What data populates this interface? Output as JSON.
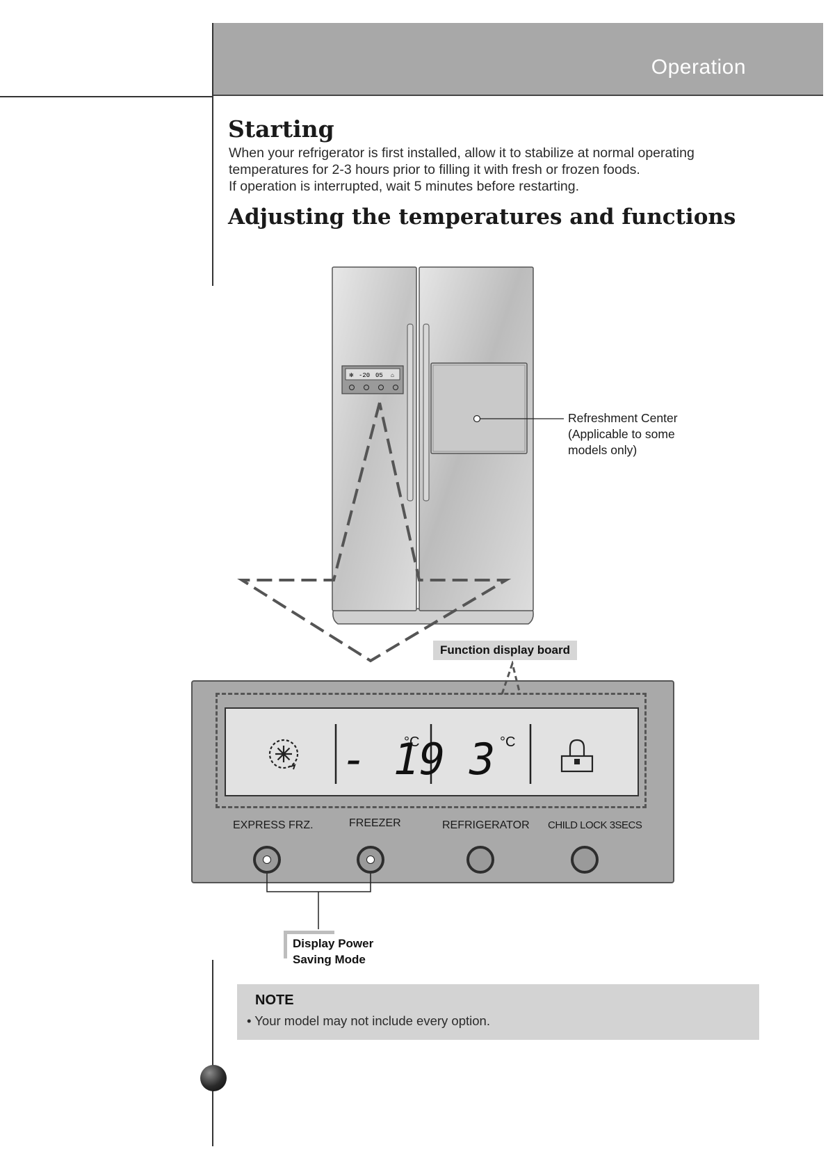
{
  "header": {
    "section_title": "Operation"
  },
  "starting": {
    "heading": "Starting",
    "line1": "When your refrigerator is first installed, allow it to stabilize at normal operating",
    "line2": "temperatures for 2-3 hours prior to filling it with fresh or frozen foods.",
    "line3": "If operation is interrupted, wait 5 minutes before restarting."
  },
  "adjusting": {
    "heading": "Adjusting the temperatures and functions"
  },
  "callouts": {
    "refreshment_line1": "Refreshment Center",
    "refreshment_line2": "(Applicable to some",
    "refreshment_line3": "models only)",
    "function_display_board": "Function display board"
  },
  "small_display": {
    "freezer_temp": "-20",
    "fridge_temp": "05"
  },
  "display": {
    "freezer_temp": "- 19",
    "freezer_unit": "°C",
    "fridge_temp": "3",
    "fridge_unit": "°C",
    "icons": [
      "express-freeze-icon",
      "lock-icon"
    ]
  },
  "buttons": {
    "express_frz": "EXPRESS FRZ.",
    "freezer": "FREEZER",
    "refrigerator": "REFRIGERATOR",
    "child_lock": "CHILD LOCK 3SECS"
  },
  "power_saving": {
    "line1": "Display Power",
    "line2": "Saving Mode"
  },
  "note": {
    "title": "NOTE",
    "text": "• Your model may not include every option."
  }
}
